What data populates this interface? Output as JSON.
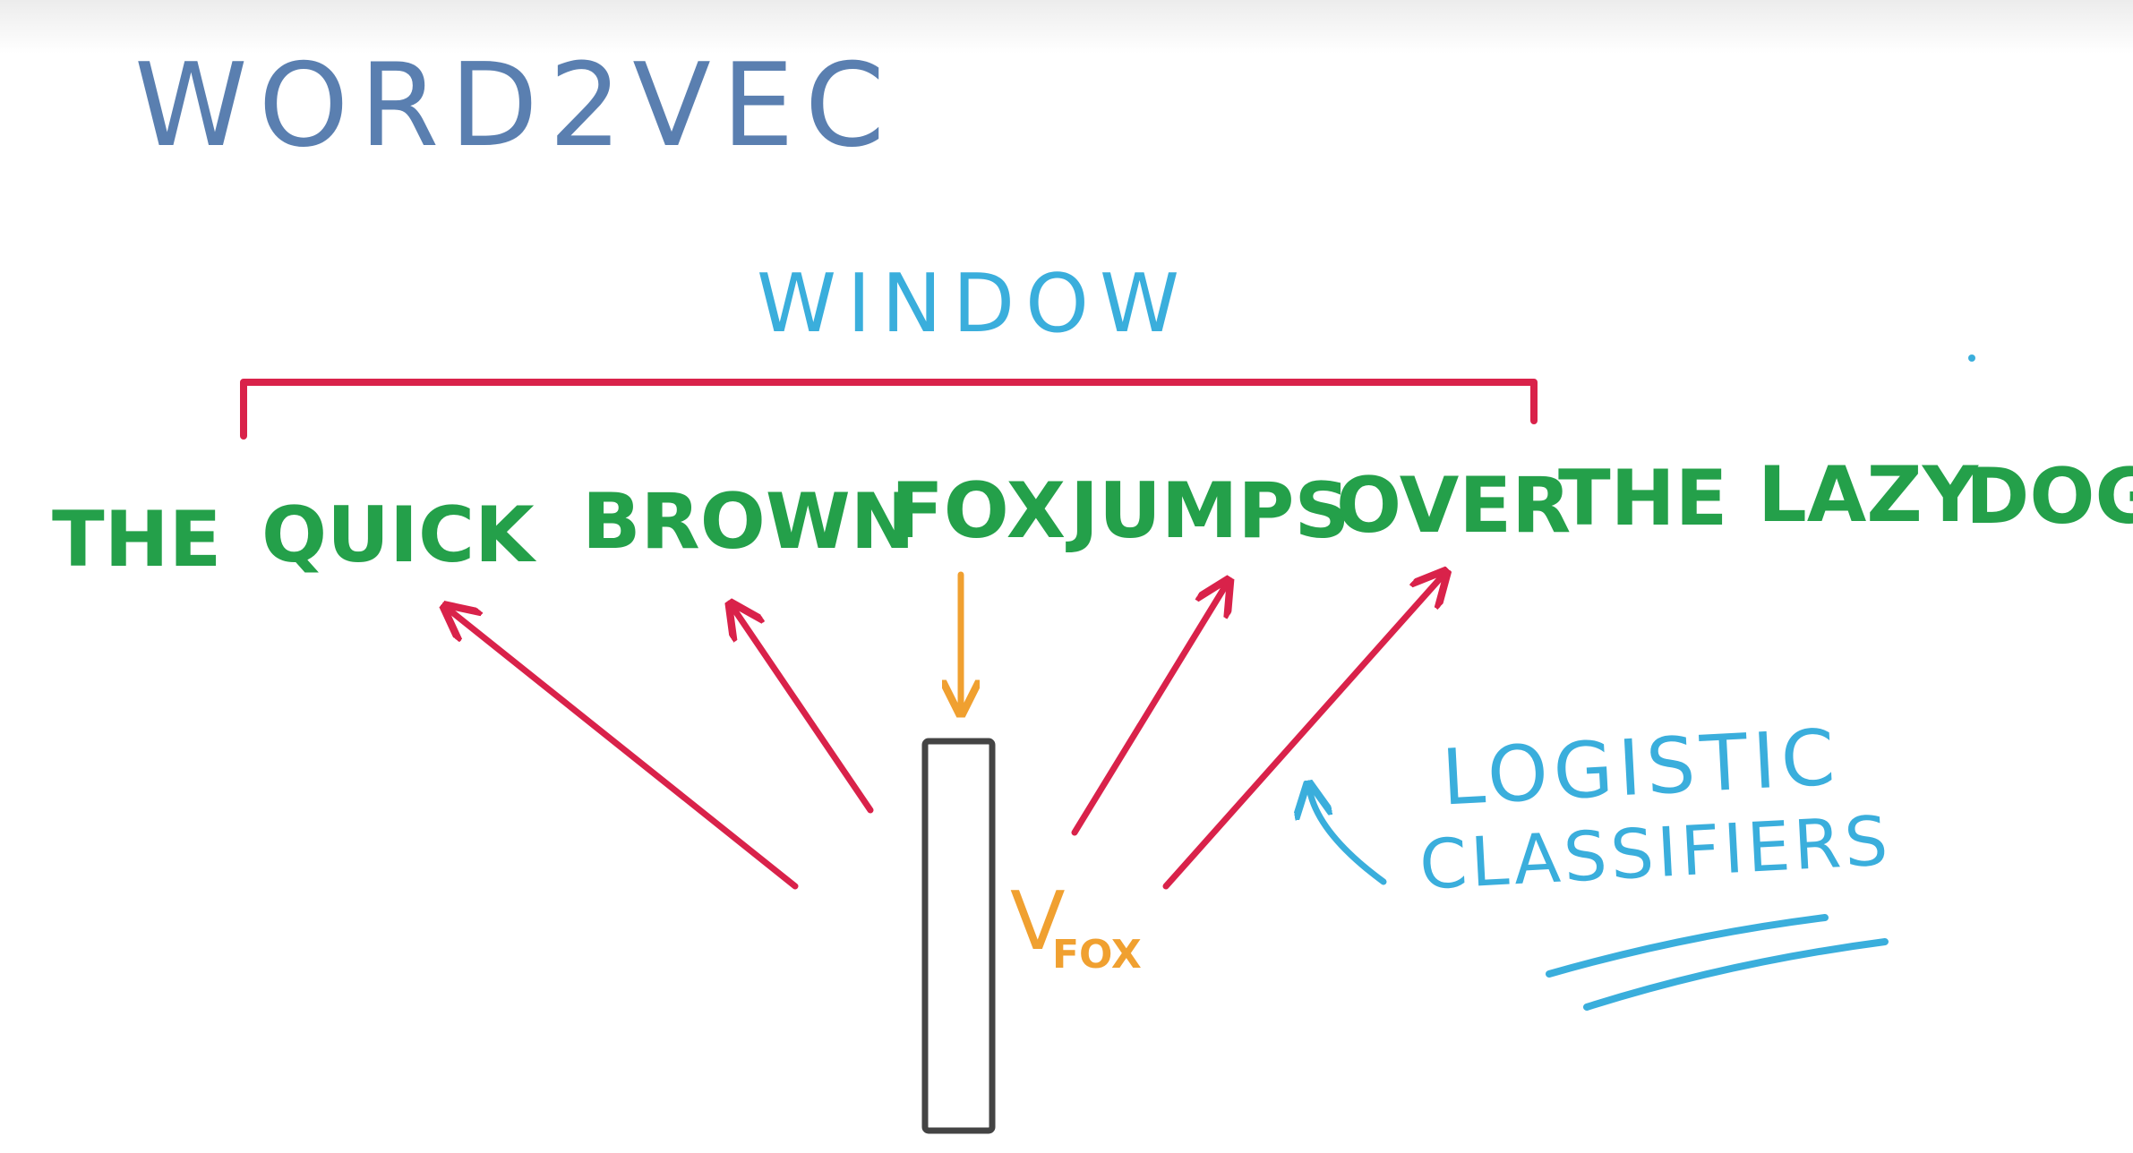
{
  "title": "WORD2VEC",
  "window_label": "WINDOW",
  "sentence": [
    "THE",
    "QUICK",
    "BROWN",
    "FOX",
    "JUMPS",
    "OVER",
    "THE",
    "LAZY",
    "DOG"
  ],
  "classifier_label": {
    "line1": "LOGISTIC",
    "line2": "CLASSIFIERS"
  },
  "vector_label": {
    "v": "V",
    "sub": "FOX"
  },
  "colors": {
    "title": "#5a7fb0",
    "window": "#3aaedc",
    "bracket": "#d9224a",
    "words": "#24a04a",
    "context_arrows": "#d9224a",
    "input_arrow": "#f0a030",
    "vector_box": "#444444",
    "classifier": "#3aaedc"
  }
}
